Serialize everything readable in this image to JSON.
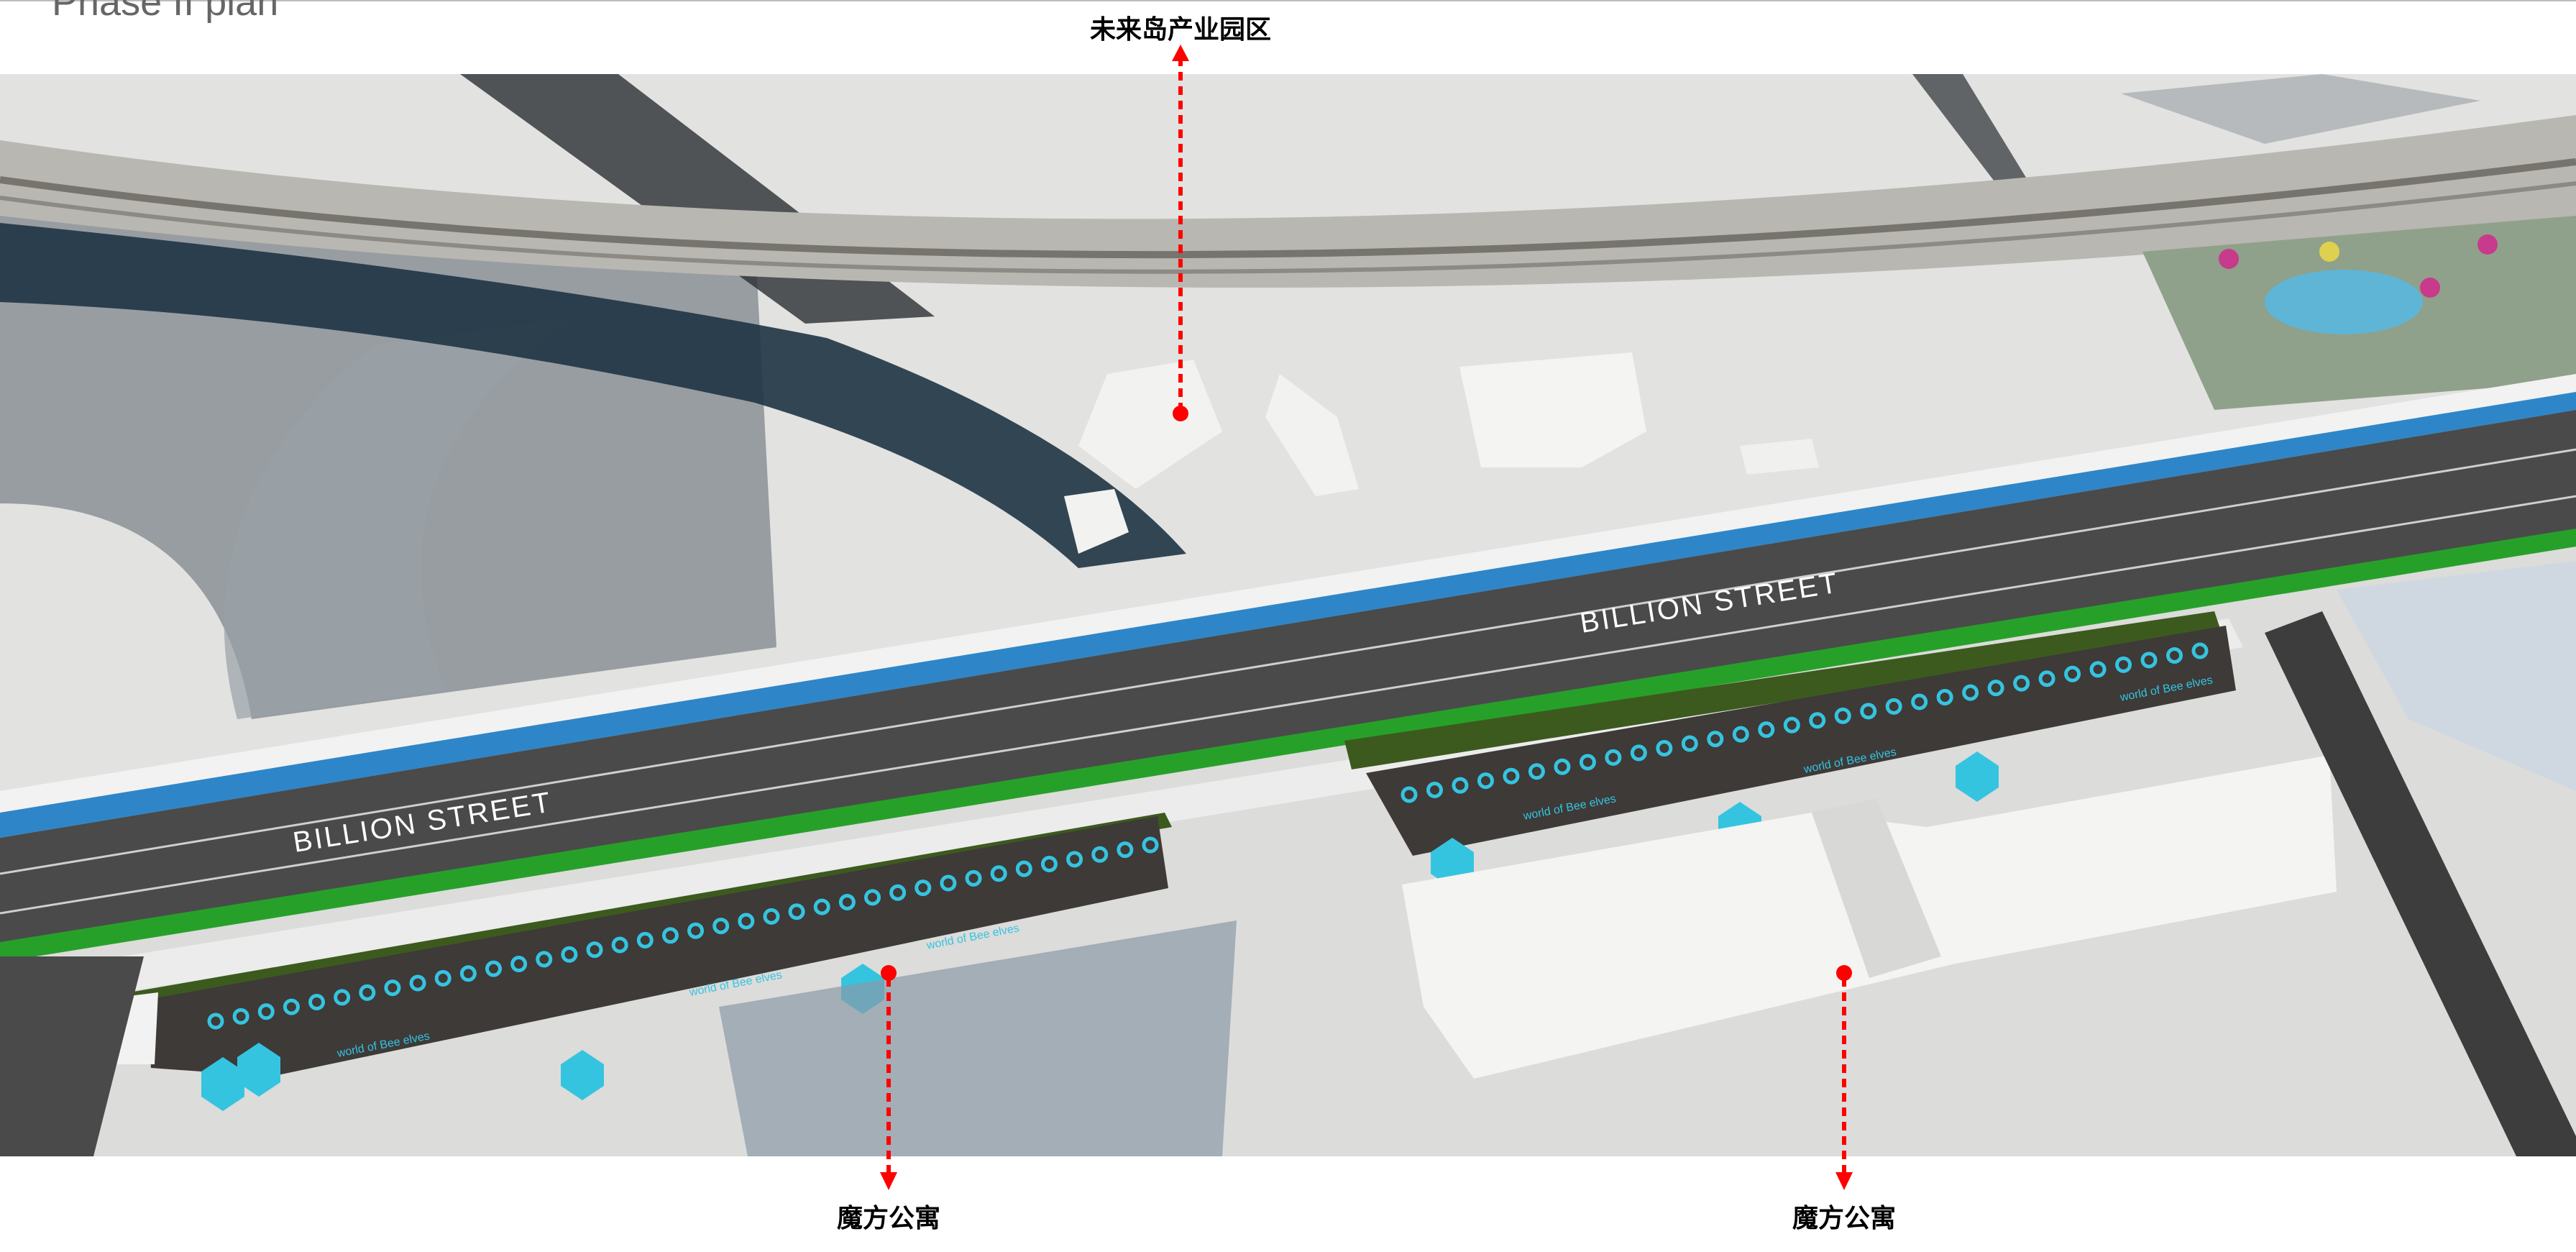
{
  "header": {
    "title": "Phase II plan"
  },
  "callouts": {
    "top": "未来岛产业园区",
    "bottom_left": "魔方公寓",
    "bottom_right": "魔方公寓"
  },
  "map": {
    "street_label_left": "BILLION  STREET",
    "street_label_right": "BILLION  STREET",
    "parking_sign": "world of Bee elves"
  },
  "colors": {
    "marker": "#ff0000",
    "accent": "#35c4e0",
    "road": "#4a4a4a",
    "bike_lane": "#2e86c8",
    "green_strip": "#27a02a"
  }
}
